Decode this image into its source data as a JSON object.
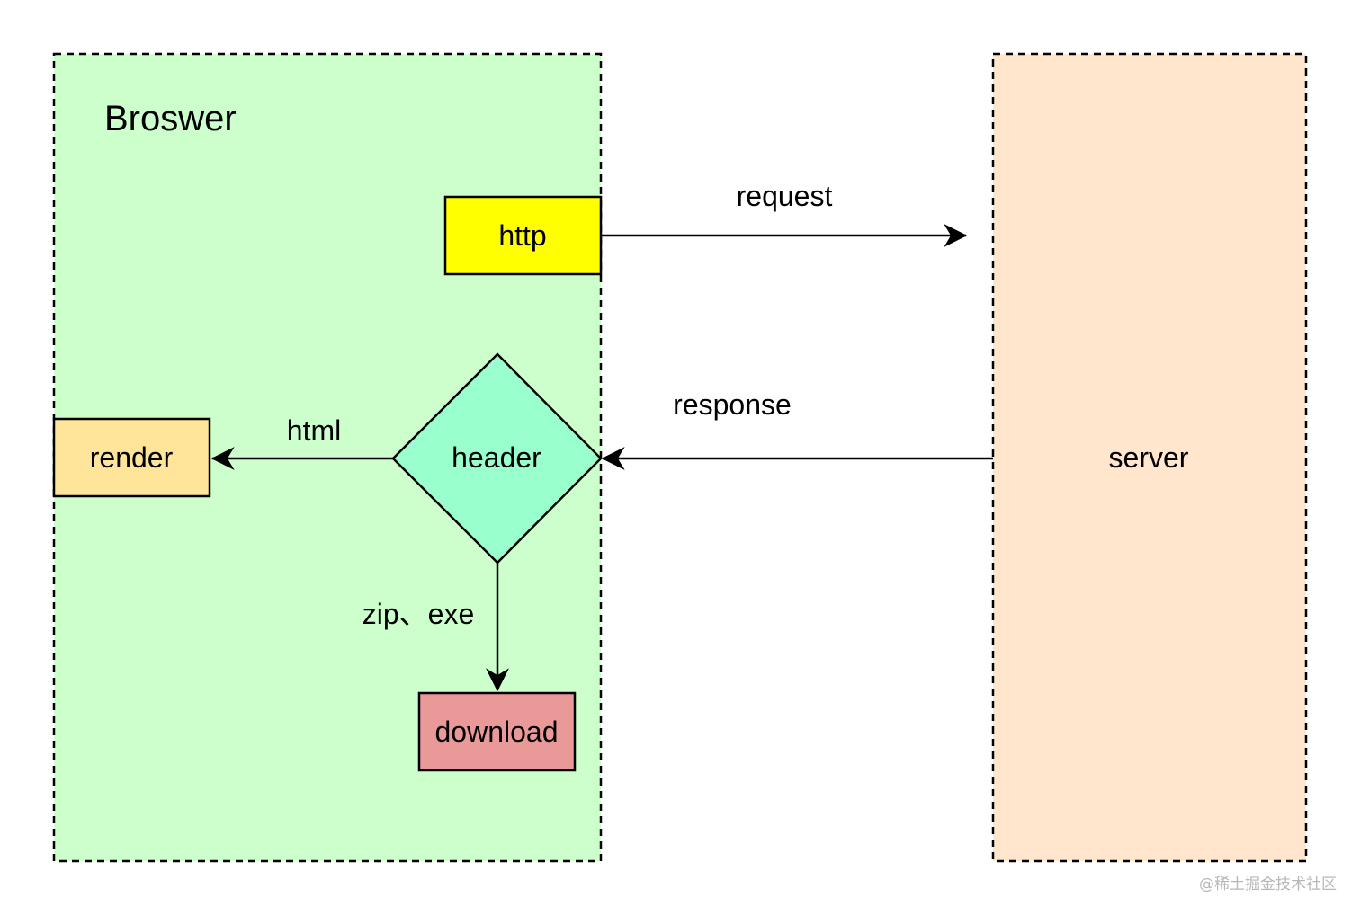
{
  "browser": {
    "title": "Broswer",
    "fill": "#ccffcc"
  },
  "server": {
    "label": "server",
    "fill": "#ffe6cc"
  },
  "nodes": {
    "http": {
      "label": "http",
      "fill": "#ffff00"
    },
    "header": {
      "label": "header",
      "fill": "#99ffcc"
    },
    "render": {
      "label": "render",
      "fill": "#ffe599"
    },
    "download": {
      "label": "download",
      "fill": "#ea9999"
    }
  },
  "edges": {
    "request": "request",
    "response": "response",
    "html": "html",
    "zip_exe": "zip、exe"
  },
  "watermark": "@稀土掘金技术社区"
}
